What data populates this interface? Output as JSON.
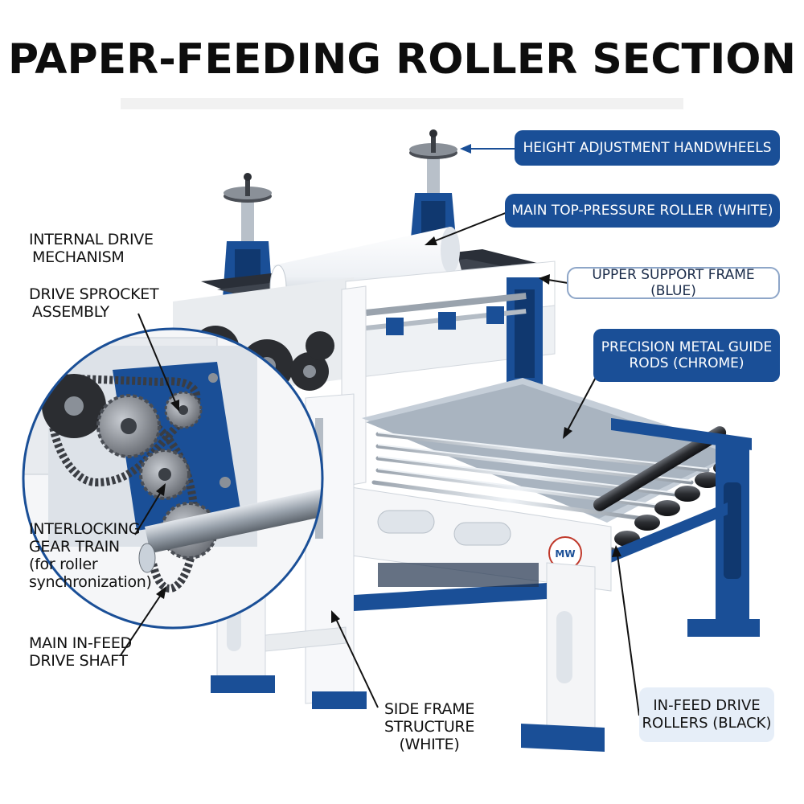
{
  "title": "PAPER-FEEDING ROLLER SECTION",
  "callouts": {
    "handwheels": "HEIGHT ADJUSTMENT HANDWHEELS",
    "top_roller": "MAIN TOP-PRESSURE ROLLER (WHITE)",
    "upper_frame": "UPPER SUPPORT FRAME (BLUE)",
    "guide_rods_1": "PRECISION METAL GUIDE",
    "guide_rods_2": "RODS (CHROME)",
    "internal_drive_1": "INTERNAL DRIVE",
    "internal_drive_2": "MECHANISM",
    "sprocket_1": "DRIVE SPROCKET",
    "sprocket_2": "ASSEMBLY",
    "gear_train_1": "INTERLOCKING",
    "gear_train_2": "GEAR TRAIN",
    "gear_train_3": "(for roller",
    "gear_train_4": "synchronization)",
    "shaft_1": "MAIN IN-FEED",
    "shaft_2": "DRIVE SHAFT",
    "side_frame_1": "SIDE FRAME",
    "side_frame_2": "STRUCTURE",
    "side_frame_3": "(WHITE)",
    "infeed_rollers_1": "IN-FEED DRIVE",
    "infeed_rollers_2": "ROLLERS (BLACK)"
  },
  "colors": {
    "frame_blue": "#1a4f97",
    "frame_white": "#f4f5f7",
    "roller_black": "#2b2d31",
    "chrome": "#c9d1da"
  }
}
